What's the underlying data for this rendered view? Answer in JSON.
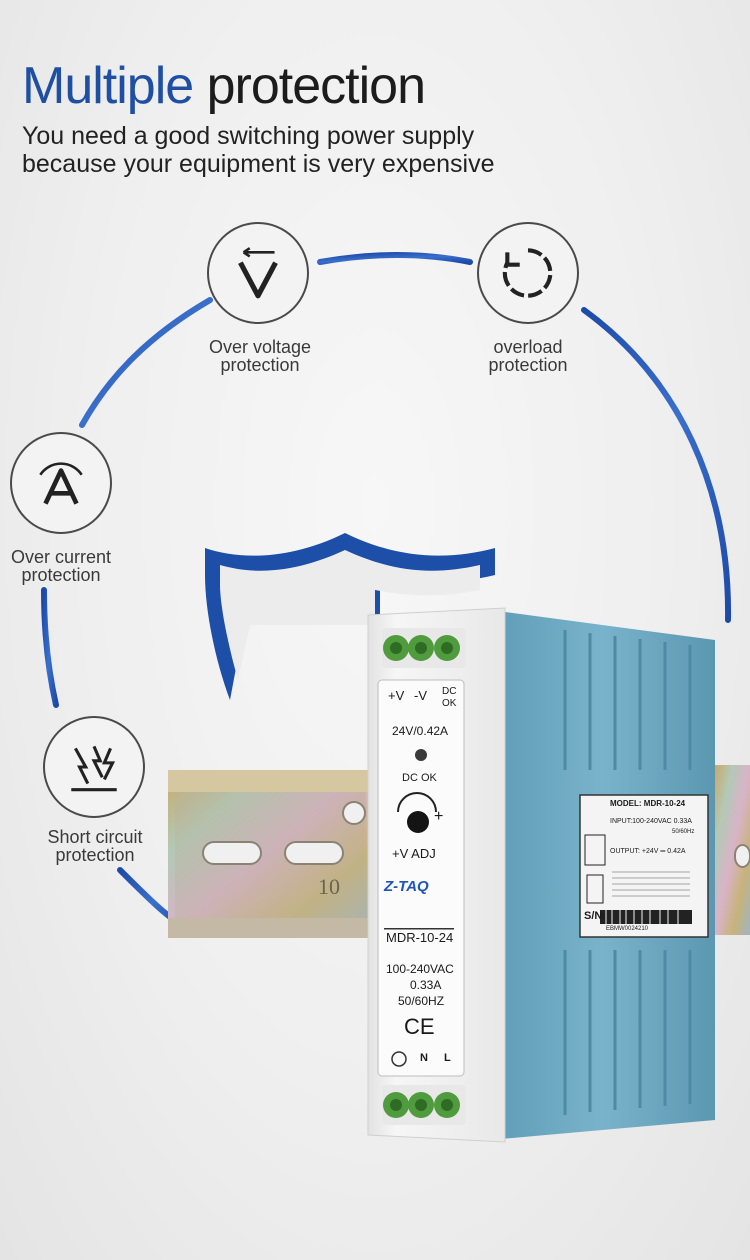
{
  "header": {
    "title_highlight": "Multiple",
    "title_rest": "protection",
    "subtitle_line1": "You need a good switching power supply",
    "subtitle_line2": "because your equipment is very expensive"
  },
  "features": [
    {
      "icon": "over-voltage-icon",
      "line1": "Over voltage",
      "line2": "protection"
    },
    {
      "icon": "overload-icon",
      "line1": "overload",
      "line2": "protection"
    },
    {
      "icon": "over-current-icon",
      "line1": "Over current",
      "line2": "protection"
    },
    {
      "icon": "short-circuit-icon",
      "line1": "Short circuit",
      "line2": "protection"
    }
  ],
  "device": {
    "front": {
      "vplus": "+V",
      "vminus": "-V",
      "dc": "DC",
      "ok": "OK",
      "rating": "24V/0.42A",
      "dc_ok": "DC OK",
      "plus": "+",
      "adj": "+V  ADJ",
      "brand": "Z-TAQ",
      "model": "MDR-10-24",
      "input_voltage": "100-240VAC",
      "input_current": "0.33A",
      "frequency": "50/60HZ",
      "ce": "CE",
      "n": "N",
      "l": "L"
    },
    "side_label": {
      "model": "MODEL: MDR-10-24",
      "input": "INPUT:100-240VAC 0.33A",
      "input_freq": "50/60Hz",
      "output": "OUTPUT: +24V ═ 0.42A",
      "sn": "S/N:",
      "serial": "EBMW0024210"
    },
    "rail_marking": "10"
  },
  "colors": {
    "accent_blue": "#1e4fa3",
    "arc_blue": "#2a58b8",
    "housing_blue": "#69a6c0",
    "front_panel": "#f0f0f0",
    "terminal_green": "#4f9b3e"
  }
}
